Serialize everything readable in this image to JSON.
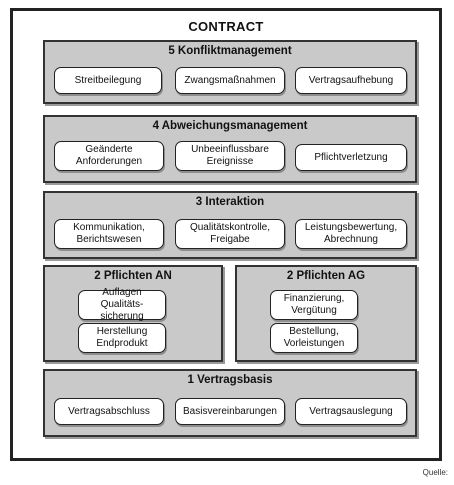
{
  "title": "CONTRACT",
  "sections": {
    "konflikt": {
      "title": "5 Konfliktmanagement",
      "items": [
        "Streitbeilegung",
        "Zwangsmaßnahmen",
        "Vertragsaufhebung"
      ]
    },
    "abweichung": {
      "title": "4 Abweichungsmanagement",
      "items": [
        "Geänderte\nAnforderungen",
        "Unbeeinflussbare\nEreignisse",
        "Pflichtverletzung"
      ]
    },
    "interaktion": {
      "title": "3 Interaktion",
      "items": [
        "Kommunikation,\nBerichtswesen",
        "Qualitätskontrolle,\nFreigabe",
        "Leistungsbewertung,\nAbrechnung"
      ]
    },
    "pflichten_an": {
      "title": "2 Pflichten AN",
      "items": [
        "Auflagen Qualitäts-\nsicherung",
        "Herstellung\nEndprodukt"
      ]
    },
    "pflichten_ag": {
      "title": "2 Pflichten AG",
      "items": [
        "Finanzierung,\nVergütung",
        "Bestellung,\nVorleistungen"
      ]
    },
    "vertragsbasis": {
      "title": "1 Vertragsbasis",
      "items": [
        "Vertragsabschluss",
        "Basisvereinbarungen",
        "Vertragsauslegung"
      ]
    }
  },
  "source_label": "Quelle:"
}
